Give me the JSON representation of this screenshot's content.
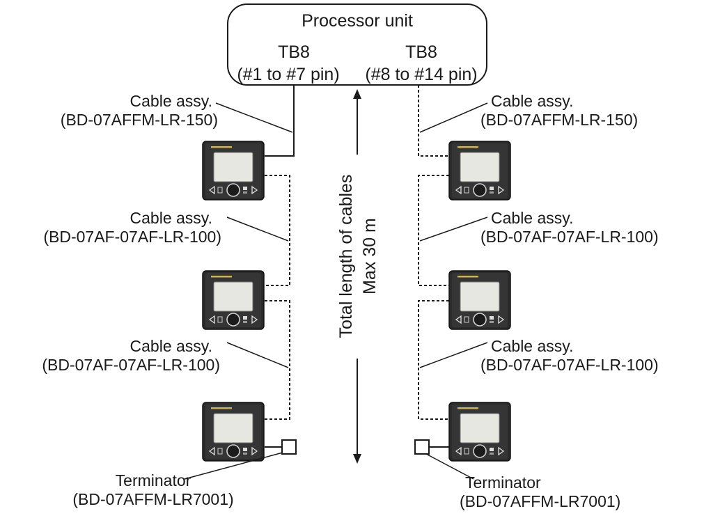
{
  "processor": {
    "title": "Processor unit",
    "tb_left": "TB8",
    "tb_right": "TB8",
    "pins_left": "(#1 to #7 pin)",
    "pins_right": "(#8 to #14 pin)"
  },
  "length_note": {
    "line1": "Total length of cables",
    "line2": "Max 30 m"
  },
  "cables": {
    "left1_title": "Cable assy.",
    "left1_model": "(BD-07AFFM-LR-150)",
    "left2_title": "Cable assy.",
    "left2_model": "(BD-07AF-07AF-LR-100)",
    "left3_title": "Cable assy.",
    "left3_model": "(BD-07AF-07AF-LR-100)",
    "right1_title": "Cable assy.",
    "right1_model": "(BD-07AFFM-LR-150)",
    "right2_title": "Cable assy.",
    "right2_model": "(BD-07AF-07AF-LR-100)",
    "right3_title": "Cable assy.",
    "right3_model": "(BD-07AF-07AF-LR-100)"
  },
  "terminators": {
    "left_title": "Terminator",
    "left_model": "(BD-07AFFM-LR7001)",
    "right_title": "Terminator",
    "right_model": "(BD-07AFFM-LR7001)"
  }
}
